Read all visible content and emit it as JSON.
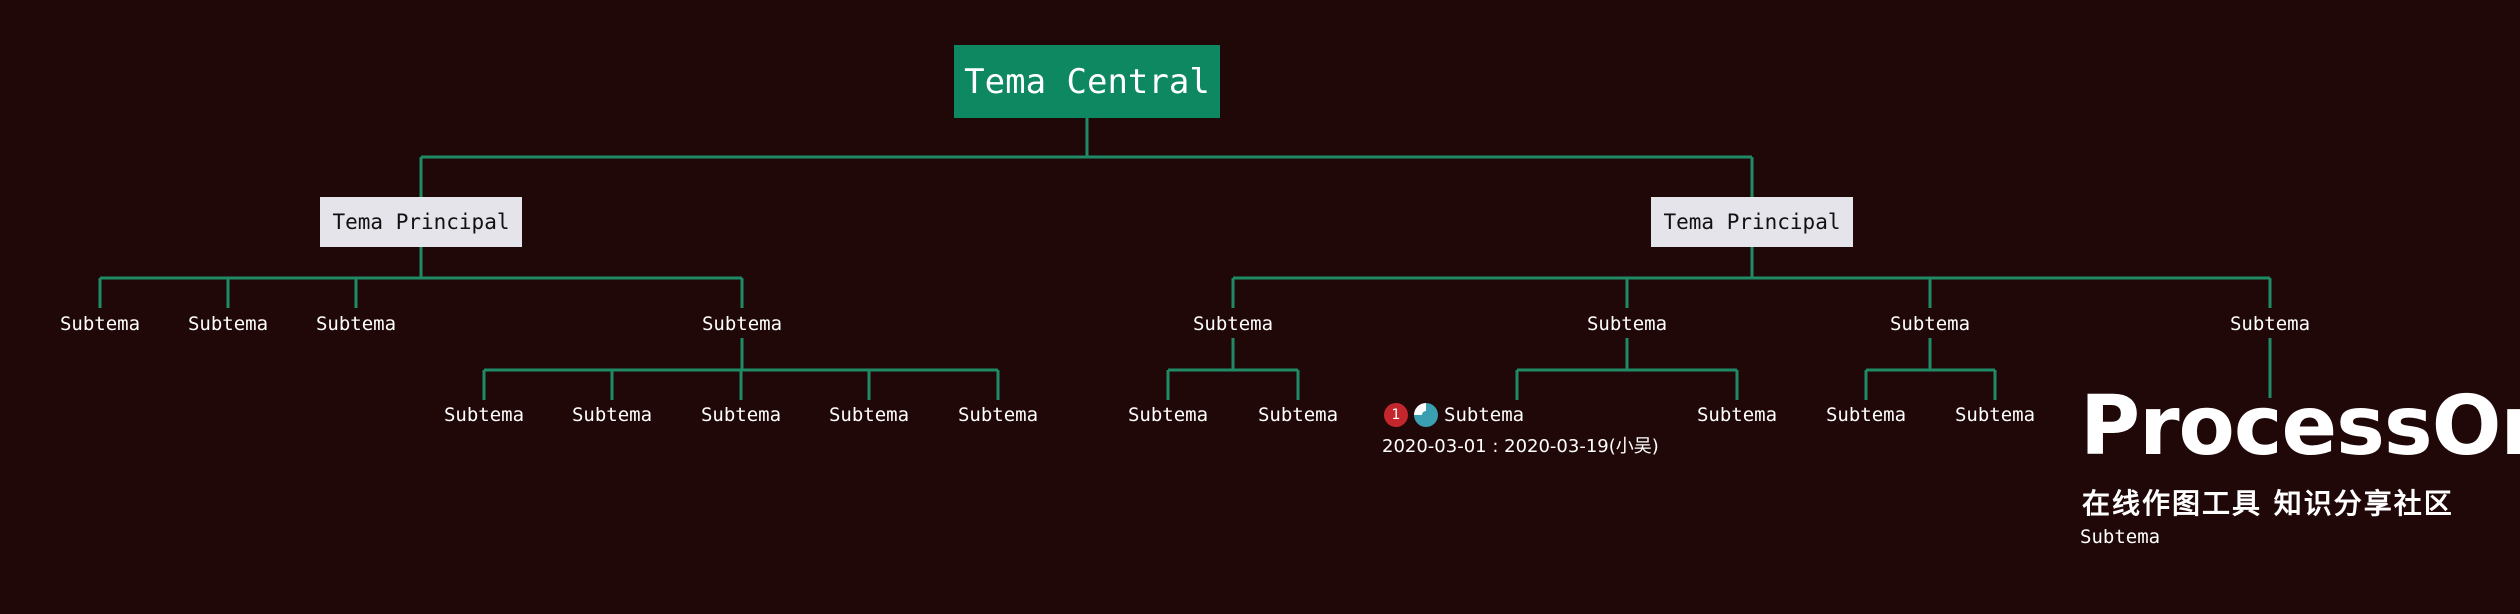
{
  "diagram": {
    "central": "Tema Central",
    "left_main": "Tema Principal",
    "right_main": "Tema Principal",
    "subtopic": "Subtema",
    "colors": {
      "background": "#200808",
      "central_fill": "#0d8860",
      "main_fill": "#e4e4ea",
      "connector": "#1e8b66"
    }
  },
  "task": {
    "priority": "1",
    "priority_icon": "priority-badge-icon",
    "progress_icon": "progress-pie-icon",
    "progress": 0.75,
    "dates": "2020-03-01 : 2020-03-19(小吴)"
  },
  "watermark": {
    "logo": "ProcessOn",
    "tagline": "在线作图工具 知识分享社区",
    "caption": "Subtema"
  }
}
